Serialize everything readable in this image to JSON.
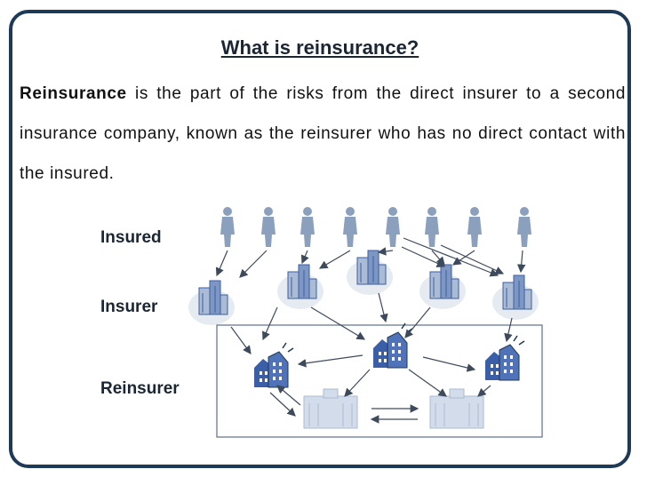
{
  "slide": {
    "title": "What is reinsurance?",
    "paragraph_term": "Reinsurance",
    "paragraph_rest": " is the part of the risks from the direct insurer to a second insurance company, known as the reinsurer who has no direct contact with the insured."
  },
  "diagram": {
    "labels": {
      "insured": "Insured",
      "insurer": "Insurer",
      "reinsurer": "Reinsurer"
    },
    "colors": {
      "person": "#8aa0bd",
      "building_blue": "#3a5fa6",
      "building_light": "#aabbd3",
      "arrow": "#3d4a5c",
      "box": "#5c6f88",
      "cloud": "#e6ebf2"
    }
  }
}
